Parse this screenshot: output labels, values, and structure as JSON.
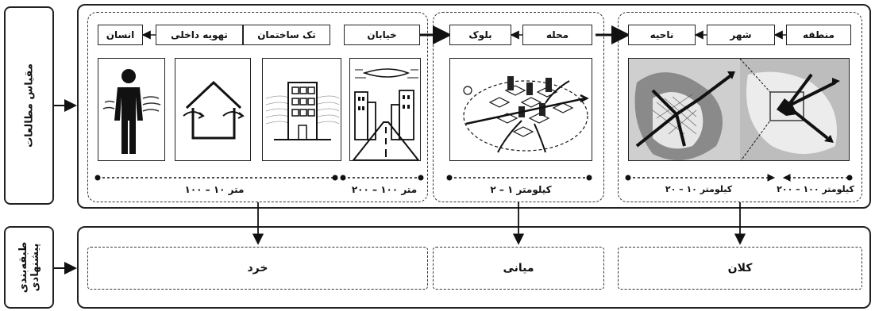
{
  "side_labels": {
    "study_scale": "مقیاس مطالعات",
    "proposed_classification": "طبقه‌بندی پیشنهادی"
  },
  "groups": {
    "small": {
      "labels": [
        "خیابان",
        "تک ساختمان",
        "تهویه داخلی",
        "انسان"
      ],
      "scales": [
        "۲۰۰ – ۱۰۰ متر",
        "۱۰۰ – ۱۰ متر"
      ]
    },
    "medium": {
      "labels": [
        "محله",
        "بلوک"
      ],
      "scales": [
        "۲ – ۱ کیلومتر"
      ]
    },
    "large": {
      "labels": [
        "منطقه",
        "شهر",
        "ناحیه"
      ],
      "scales": [
        "۲۰۰ – ۱۰۰ کیلومتر",
        "۲۰ – ۱۰ کیلومتر"
      ]
    }
  },
  "categories": {
    "large": "کلان",
    "medium": "میانی",
    "small": "خرد"
  }
}
